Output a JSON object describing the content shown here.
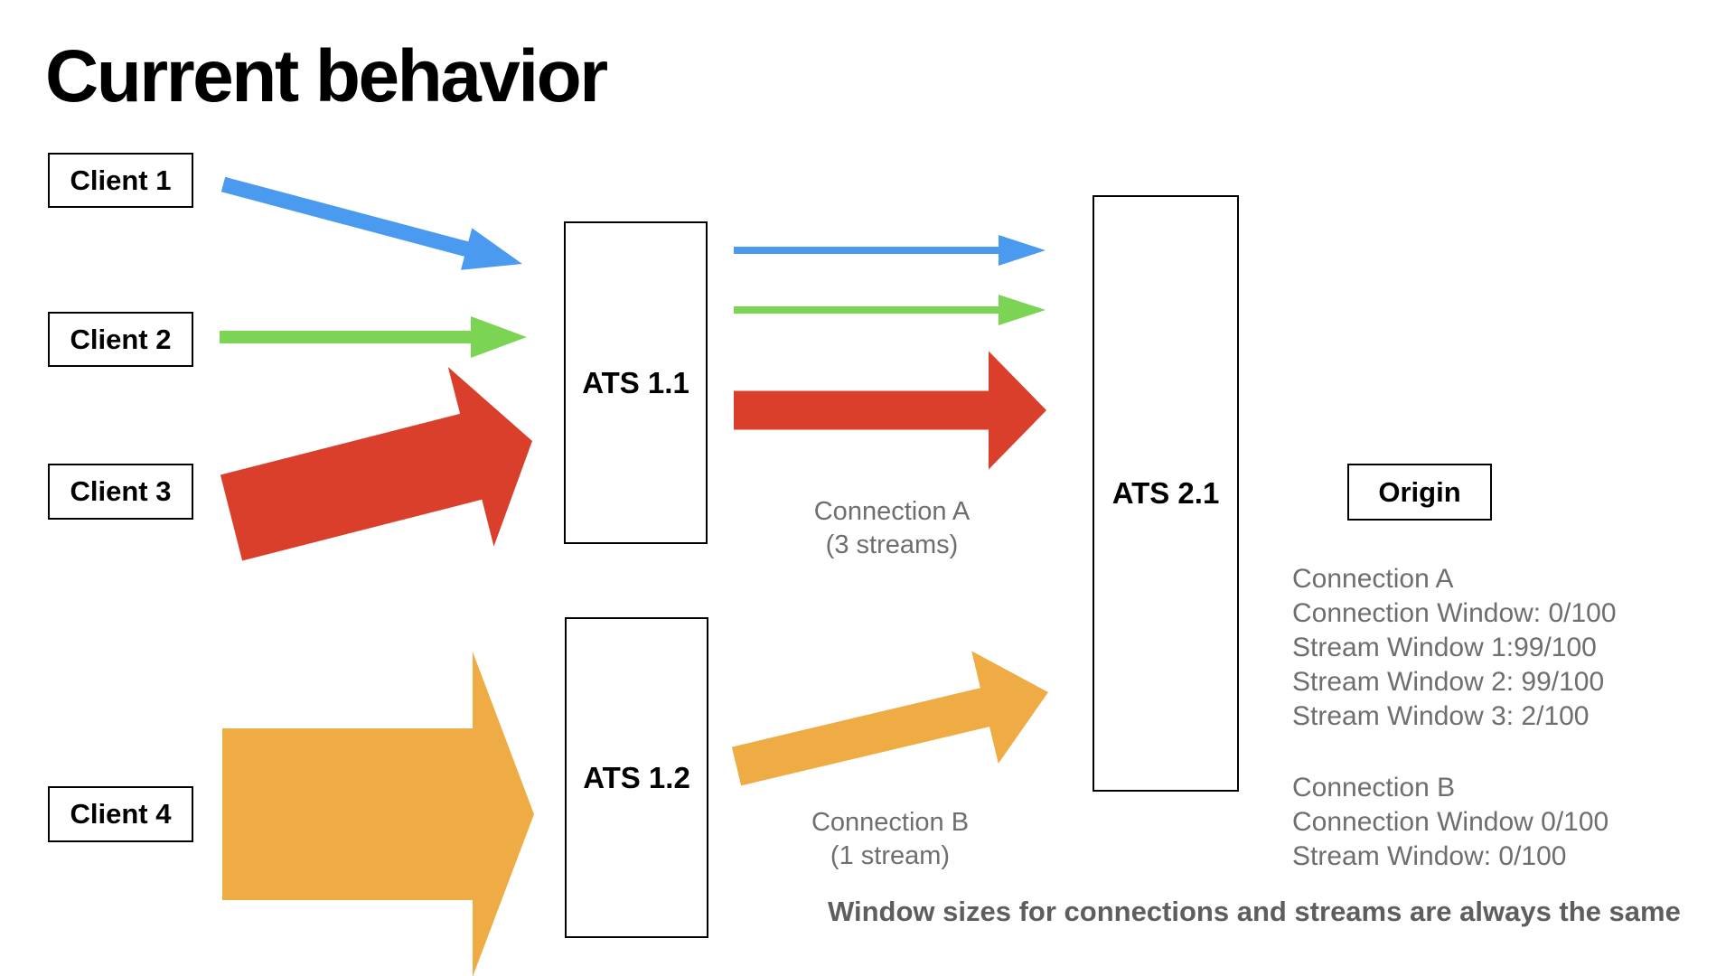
{
  "title": "Current behavior",
  "colors": {
    "blue": "#4A9BF0",
    "green": "#7BD453",
    "red": "#D93F2B",
    "orange": "#EFAC45",
    "box_border": "#000000",
    "gray_text": "#6E6E6E",
    "note_text": "#5E5E5E"
  },
  "nodes": {
    "client1": {
      "label": "Client 1"
    },
    "client2": {
      "label": "Client 2"
    },
    "client3": {
      "label": "Client 3"
    },
    "client4": {
      "label": "Client 4"
    },
    "ats11": {
      "label": "ATS 1.1"
    },
    "ats12": {
      "label": "ATS 1.2"
    },
    "ats21": {
      "label": "ATS 2.1"
    },
    "origin": {
      "label": "Origin"
    }
  },
  "arrows": [
    {
      "name": "client1-to-ats11",
      "from": "client1",
      "to": "ats11",
      "color": "blue"
    },
    {
      "name": "client2-to-ats11",
      "from": "client2",
      "to": "ats11",
      "color": "green"
    },
    {
      "name": "client3-to-ats11",
      "from": "client3",
      "to": "ats11",
      "color": "red"
    },
    {
      "name": "client4-to-ats12",
      "from": "client4",
      "to": "ats12",
      "color": "orange"
    },
    {
      "name": "ats11-to-ats21-stream1",
      "from": "ats11",
      "to": "ats21",
      "color": "blue"
    },
    {
      "name": "ats11-to-ats21-stream2",
      "from": "ats11",
      "to": "ats21",
      "color": "green"
    },
    {
      "name": "ats11-to-ats21-connection-a",
      "from": "ats11",
      "to": "ats21",
      "color": "red"
    },
    {
      "name": "ats12-to-ats21-connection-b",
      "from": "ats12",
      "to": "ats21",
      "color": "orange"
    }
  ],
  "connection_a_label": {
    "line1": "Connection A",
    "line2": "(3 streams)"
  },
  "connection_b_label": {
    "line1": "Connection B",
    "line2": "(1 stream)"
  },
  "connection_a_details": {
    "lines": [
      "Connection A",
      "Connection Window: 0/100",
      "Stream Window 1:99/100",
      "Stream Window 2: 99/100",
      "Stream Window 3: 2/100"
    ]
  },
  "connection_b_details": {
    "lines": [
      "Connection B",
      "Connection Window 0/100",
      "Stream Window: 0/100"
    ]
  },
  "note": "Window sizes for connections and streams are always the same"
}
